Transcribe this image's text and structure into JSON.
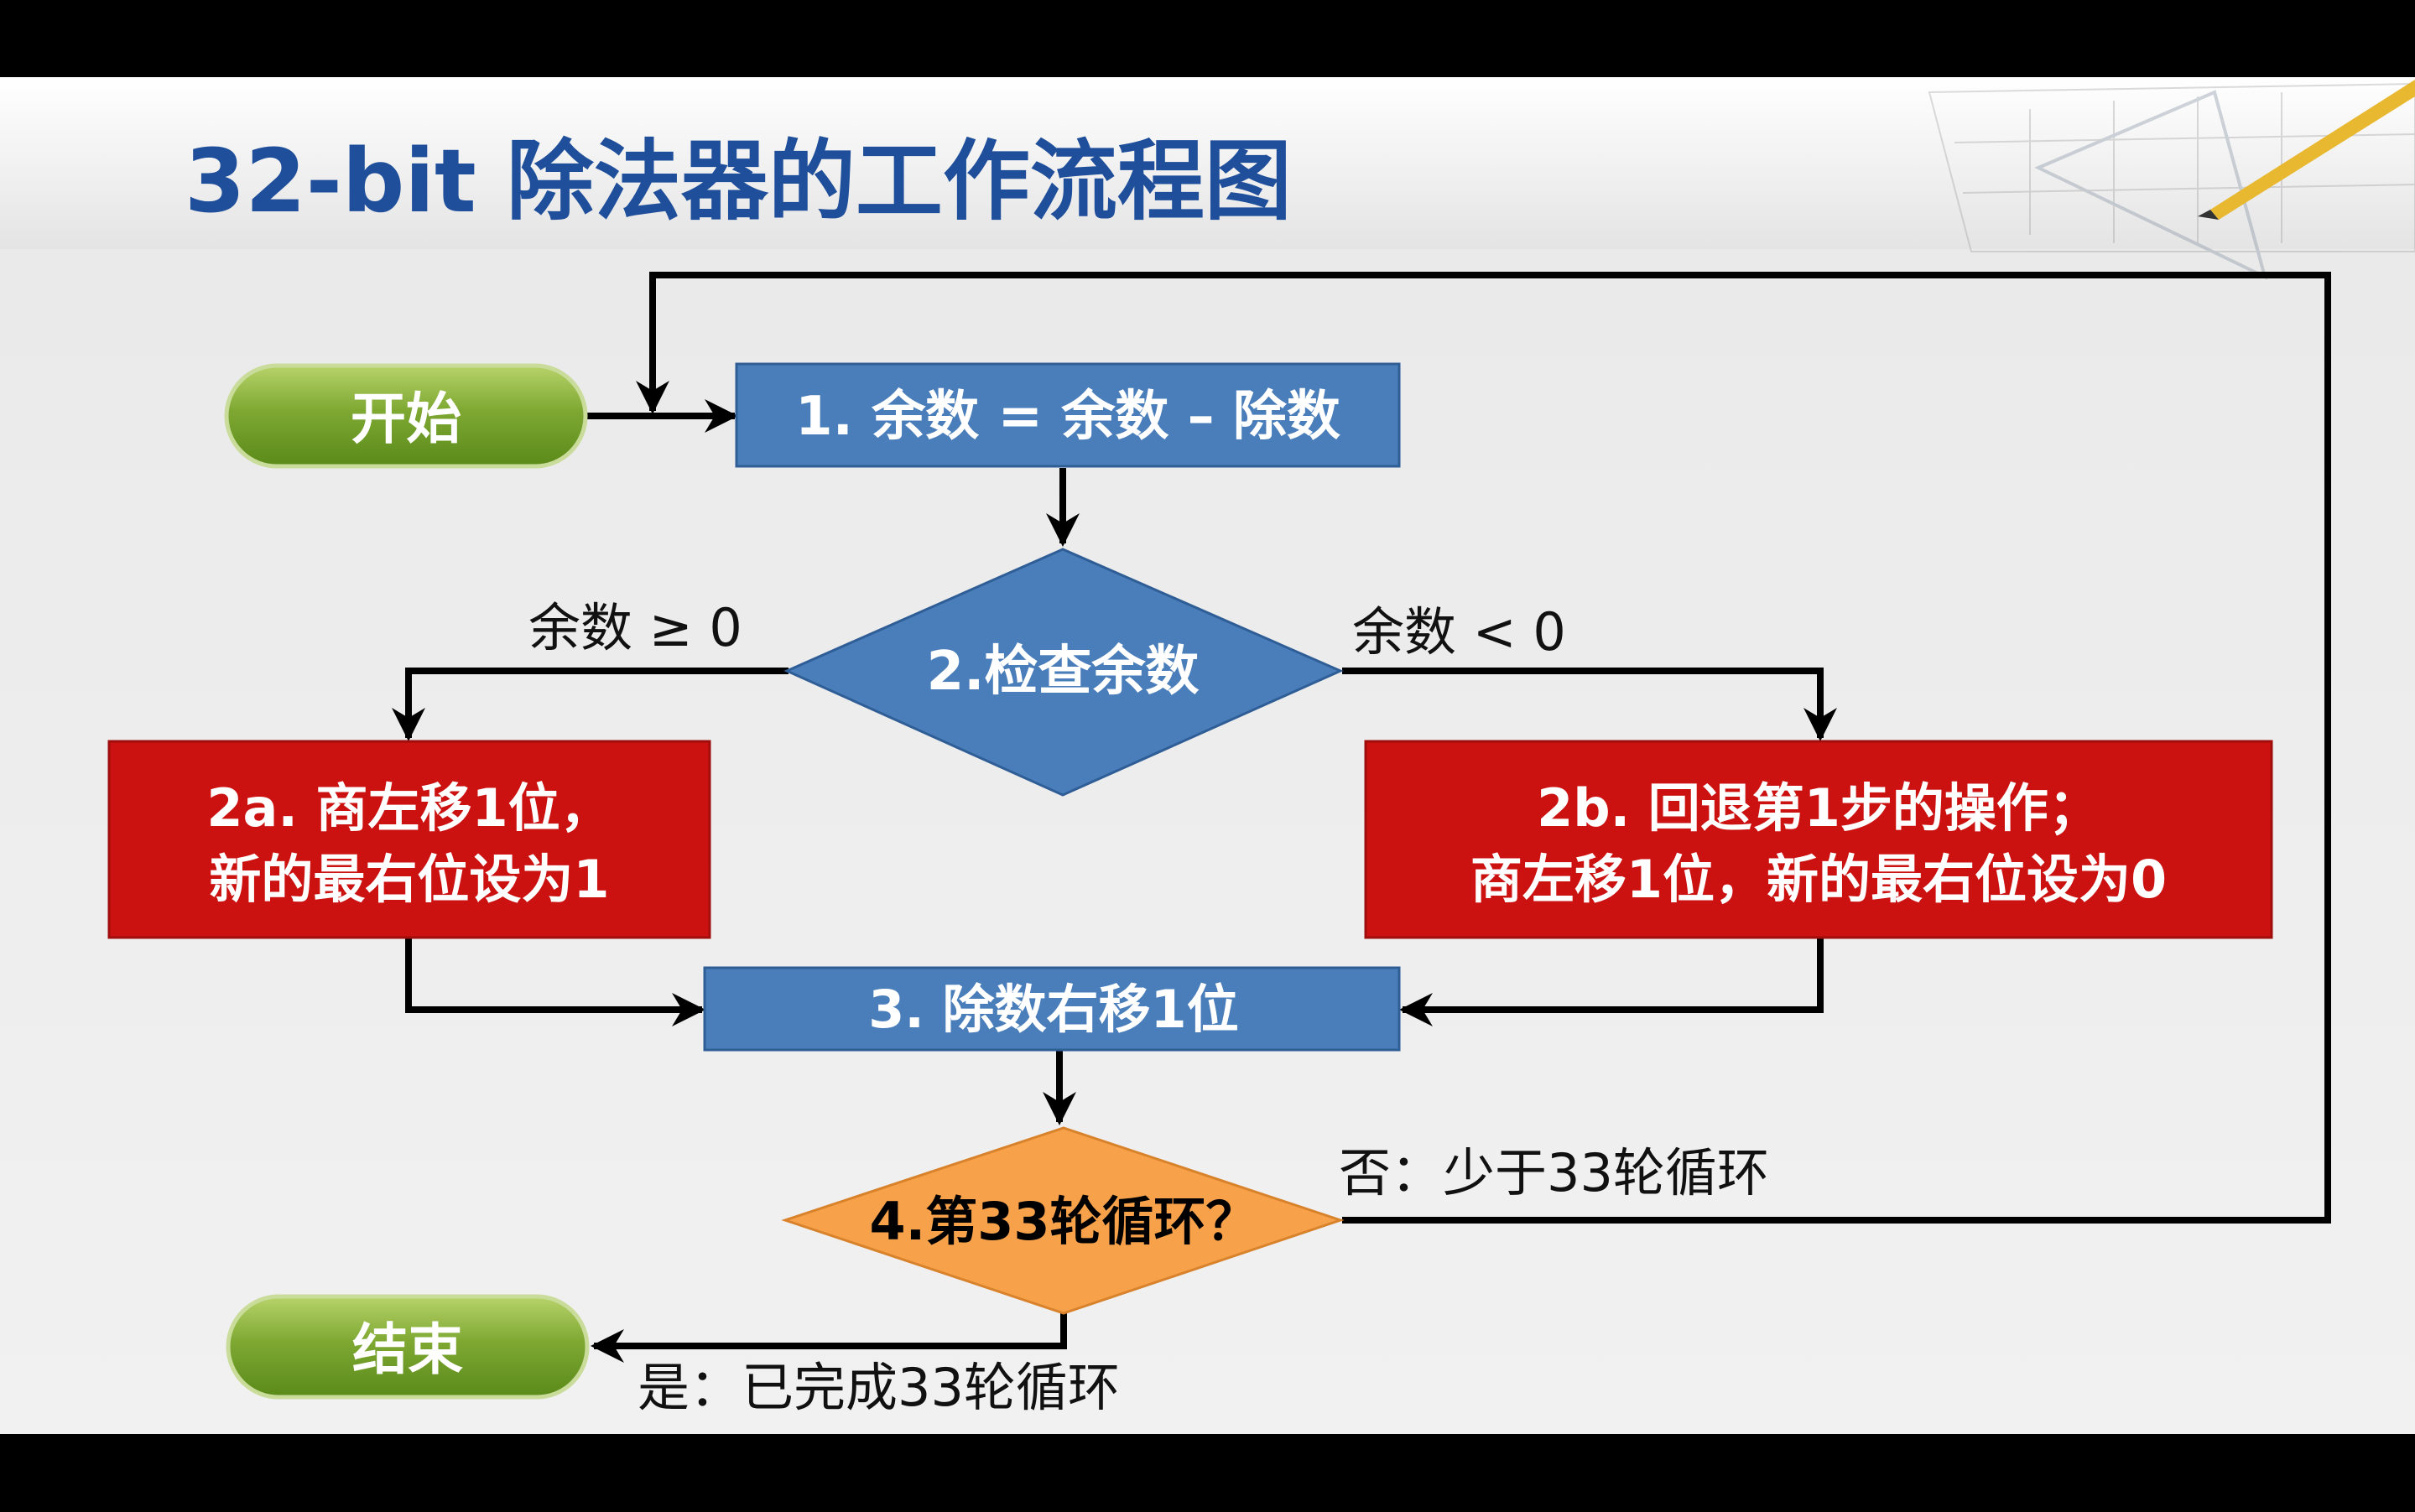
{
  "slide": {
    "title": "32-bit 除法器的工作流程图"
  },
  "nodes": {
    "start": "开始",
    "step1": "1. 余数 = 余数 – 除数",
    "check": "2.检查余数",
    "step2a_line1": "2a. 商左移1位，",
    "step2a_line2": "新的最右位设为1",
    "step2b_line1": "2b. 回退第1步的操作；",
    "step2b_line2": "商左移1位，新的最右位设为0",
    "step3": "3. 除数右移1位",
    "loop_check": "4.第33轮循环？",
    "end": "结束"
  },
  "edges": {
    "ge_zero": "余数 ≥ 0",
    "lt_zero": "余数 < 0",
    "no_label": "否：少于33轮循环",
    "yes_label": "是：已完成33轮循环"
  },
  "colors": {
    "title_blue": "#1f4e9a",
    "process_blue": "#4a7ebb",
    "process_red": "#cc1111",
    "diamond_orange": "#f7a24a",
    "terminal_green": "#6e9a2a",
    "arrow": "#000000"
  }
}
